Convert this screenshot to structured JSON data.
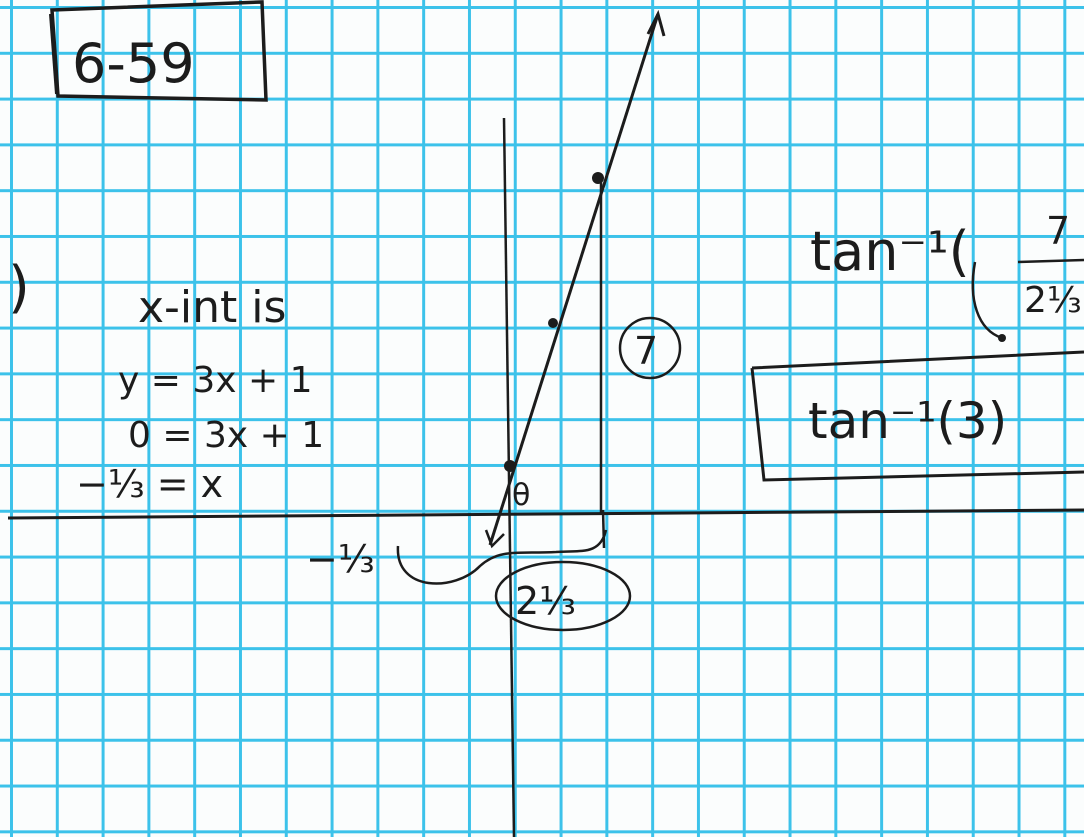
{
  "problem_number": "6-59",
  "left_work": {
    "partial_paren": ")",
    "line1": "x-int is",
    "line2": "y = 3x + 1",
    "line3": "0 = 3x + 1",
    "line4": "−⅓ = x"
  },
  "graph": {
    "x_intercept_label": "−⅓",
    "theta_symbol": "θ",
    "rise_label": "7",
    "run_label": "2⅓"
  },
  "right_work": {
    "tan_expr": "tan⁻¹(",
    "frac_num": "7",
    "frac_den": "2⅓",
    "tan_result": "tan⁻¹(3)"
  },
  "ink_color": "#1c1c1c",
  "grid_color": "#3cc2ea"
}
